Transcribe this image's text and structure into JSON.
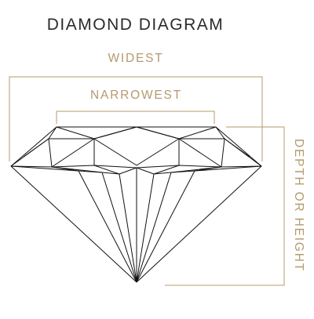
{
  "title": "DIAMOND DIAGRAM",
  "labels": {
    "widest": "WIDEST",
    "narrowest": "NARROWEST",
    "depth": "DEPTH OR HEIGHT"
  },
  "colors": {
    "title_text": "#2b2b2b",
    "measure_lines": "#b59a6e",
    "diamond_outline": "#111111",
    "background": "#ffffff"
  }
}
